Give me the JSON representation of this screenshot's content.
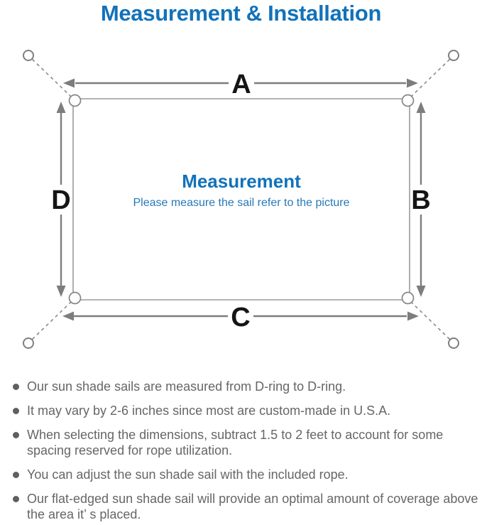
{
  "title": "Measurement & Installation",
  "diagram": {
    "edge_labels": {
      "top": "A",
      "right": "B",
      "bottom": "C",
      "left": "D"
    },
    "center_title": "Measurement",
    "center_subtitle": "Please measure the sail refer to the picture"
  },
  "bullets": [
    "Our sun shade sails are measured from D-ring to D-ring.",
    "It may vary by 2-6 inches since most are custom-made in U.S.A.",
    "When selecting the dimensions, subtract 1.5 to 2 feet to account for some spacing reserved for rope utilization.",
    "You can adjust the sun shade sail with the included rope.",
    "Our flat-edged sun shade sail will provide an optimal amount of coverage above the area it’ s placed."
  ],
  "colors": {
    "accent": "#1272b9",
    "subtitle-blue": "#2679b8",
    "label-black": "#151515",
    "line-gray": "#7d7d7d",
    "outline-gray": "#9a9a9a",
    "text-gray": "#666666",
    "dot-gray": "#5f5f5f"
  }
}
